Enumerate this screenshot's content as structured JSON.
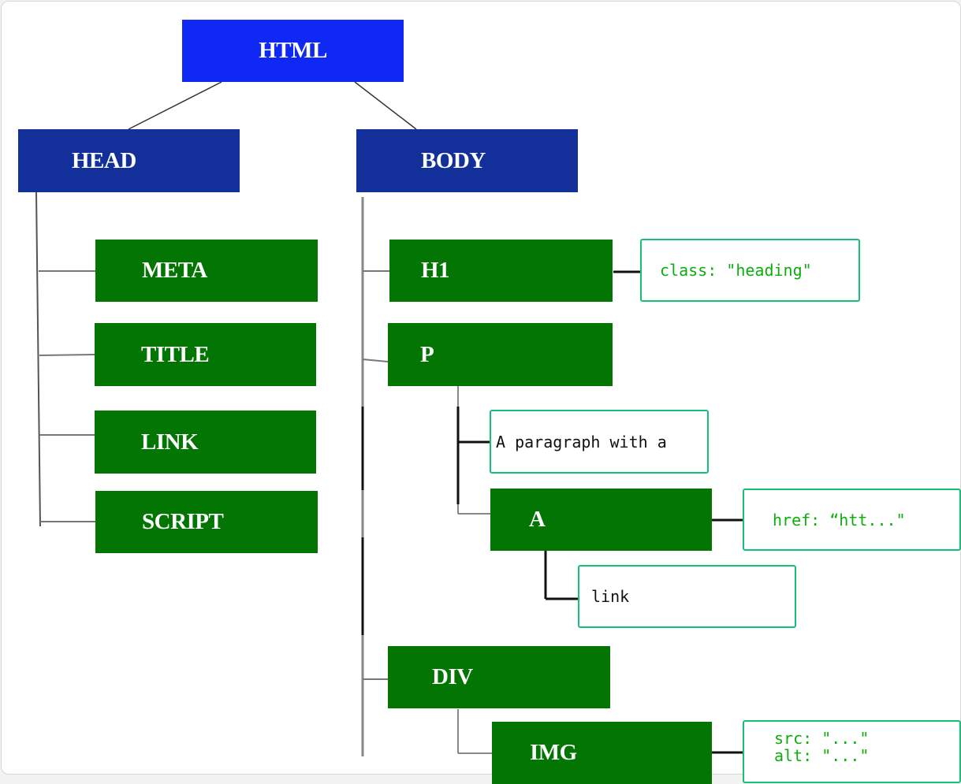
{
  "tree": {
    "root": {
      "label": "HTML"
    },
    "head": {
      "label": "HEAD",
      "children": [
        "META",
        "TITLE",
        "LINK",
        "SCRIPT"
      ]
    },
    "body": {
      "label": "BODY",
      "h1": {
        "label": "H1",
        "attr": "class: \"heading\""
      },
      "p": {
        "label": "P",
        "text": "A paragraph with a",
        "a": {
          "label": "A",
          "attr": "href: “htt...\"",
          "text": "link"
        }
      },
      "div": {
        "label": "DIV",
        "img": {
          "label": "IMG",
          "attr_lines": [
            "src: \"...\"",
            "alt: \"...\""
          ]
        }
      }
    }
  },
  "colors": {
    "root_fill": "#0f28f4",
    "section_fill": "#13309a",
    "element_fill": "#027502",
    "attr_border": "#16c07a",
    "attr_text": "#0cae0c"
  }
}
